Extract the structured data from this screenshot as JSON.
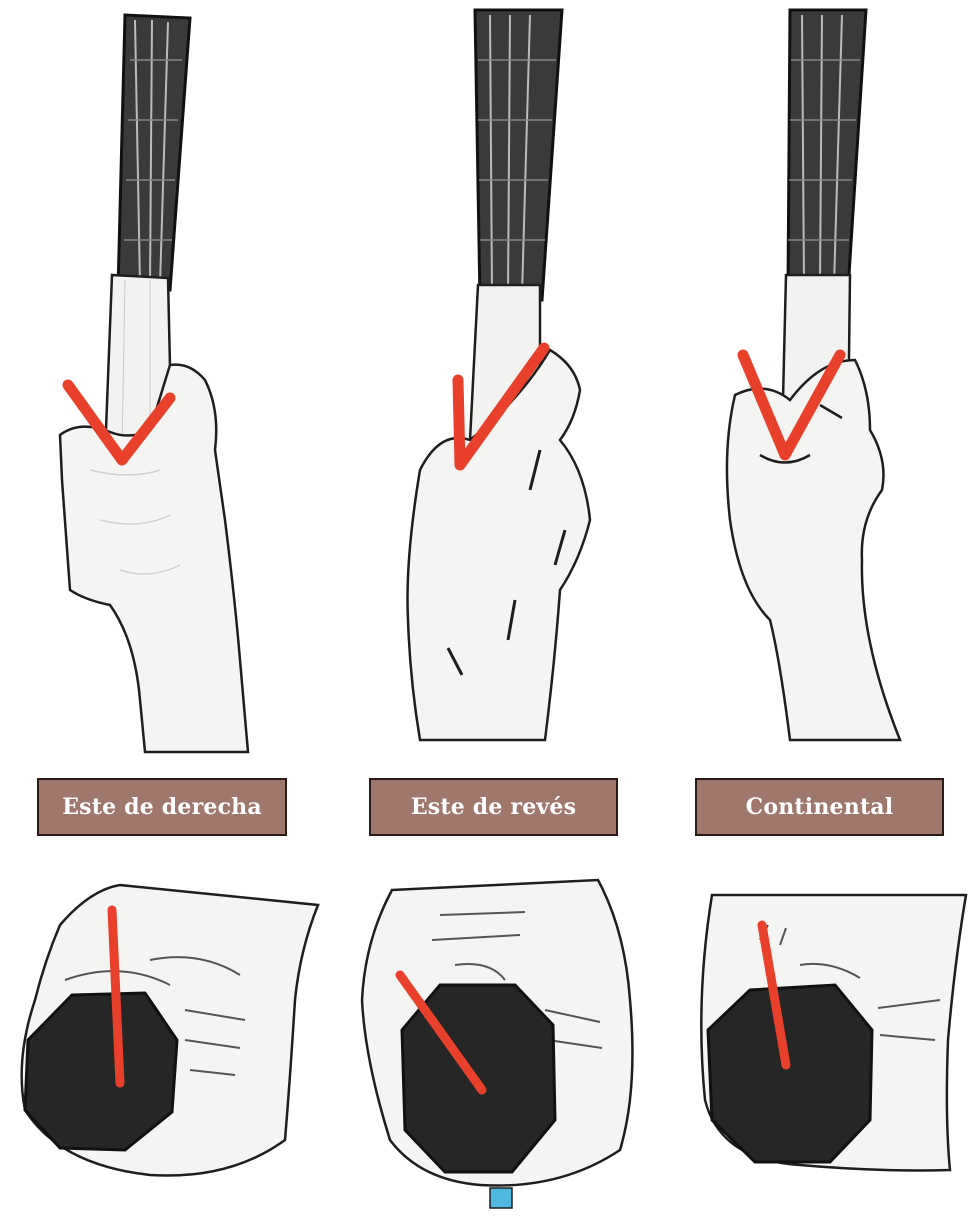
{
  "grips": [
    {
      "label": "Este de derecha"
    },
    {
      "label": "Este de revés"
    },
    {
      "label": "Continental"
    }
  ],
  "colors": {
    "label_background": "#a0776d",
    "label_text": "#ffffff",
    "v_marker": "#e8402a",
    "handle_octagon": "#262626",
    "skin": "#f4f4f2",
    "outline": "#1e1e1e"
  },
  "icons": [
    "racket-grip-hand-illustration",
    "v-marker",
    "bevel-octagon",
    "bevel-indicator-line"
  ]
}
